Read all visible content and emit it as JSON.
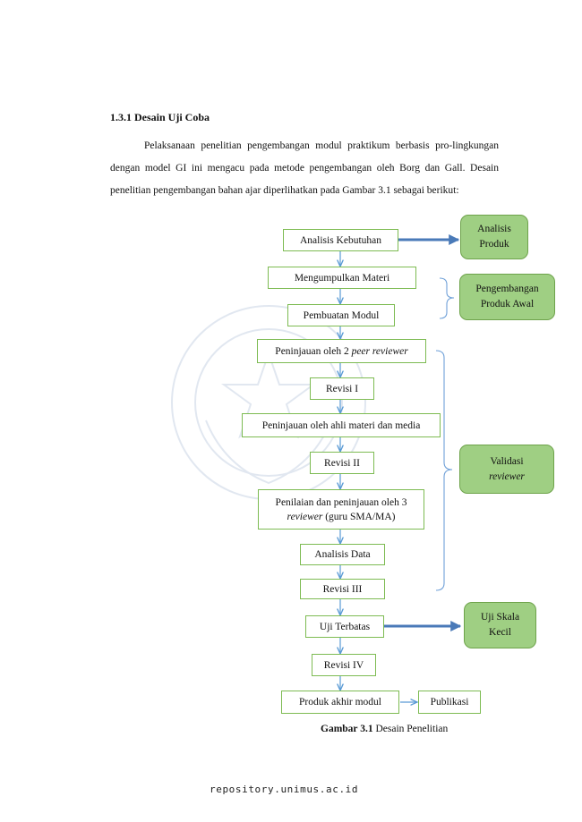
{
  "section": {
    "heading": "1.3.1  Desain Uji Coba",
    "paragraph": "Pelaksanaan penelitian pengembangan modul praktikum berbasis pro-lingkungan dengan model GI ini mengacu pada metode pengembangan oleh Borg dan Gall. Desain penelitian pengembangan bahan ajar diperlihatkan pada Gambar 3.1 sebagai berikut:"
  },
  "flow": {
    "analisis_kebutuhan": "Analisis Kebutuhan",
    "mengumpulkan_materi": "Mengumpulkan Materi",
    "pembuatan_modul": "Pembuatan Modul",
    "peninjauan_peer_prefix": "Peninjauan oleh 2 ",
    "peninjauan_peer_italic": "peer reviewer",
    "revisi_1": "Revisi I",
    "peninjauan_ahli": "Peninjauan oleh ahli materi dan media",
    "revisi_2": "Revisi II",
    "penilaian_line1": "Penilaian dan peninjauan oleh 3",
    "penilaian_italic": "reviewer",
    "penilaian_suffix": " (guru SMA/MA)",
    "analisis_data": "Analisis Data",
    "revisi_3": "Revisi III",
    "uji_terbatas": "Uji Terbatas",
    "revisi_4": "Revisi IV",
    "produk_akhir": "Produk akhir modul",
    "publikasi": "Publikasi"
  },
  "stages": {
    "analisis_produk_1": "Analisis",
    "analisis_produk_2": "Produk",
    "pengembangan_1": "Pengembangan",
    "pengembangan_2": "Produk Awal",
    "validasi_1": "Validasi",
    "validasi_italic": "reviewer",
    "uji_skala_1": "Uji Skala",
    "uji_skala_2": "Kecil"
  },
  "caption": {
    "label": "Gambar 3.1",
    "text": " Desain Penelitian"
  },
  "footer": "repository.unimus.ac.id",
  "colors": {
    "box_border": "#7dbb52",
    "stage_fill": "#9fcf83",
    "arrow": "#5b9bd5",
    "brace": "#6fa0d8",
    "big_arrow": "#4a7ab8"
  }
}
